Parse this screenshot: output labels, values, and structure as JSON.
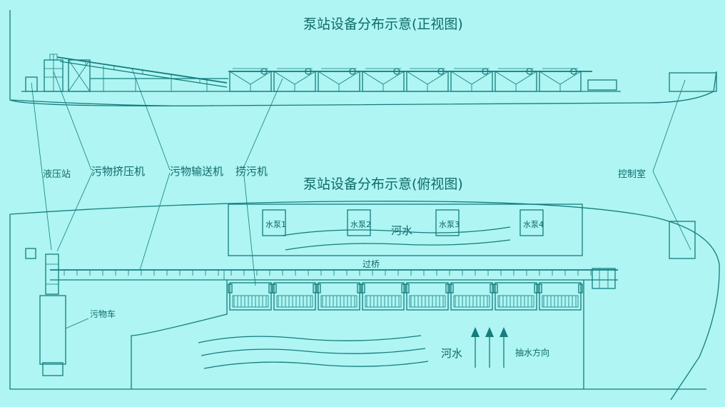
{
  "titles": {
    "front_view": "泵站设备分布示意(正视图)",
    "top_view": "泵站设备分布示意(俯视图)"
  },
  "labels": {
    "hydraulic_station": "液压站",
    "sewage_compressor": "污物挤压机",
    "sewage_conveyor": "污物输送机",
    "trash_rake": "捞污机",
    "control_room": "控制室",
    "bridge": "过桥",
    "sewage_truck": "污物车",
    "river_water_upper": "河水",
    "river_water_lower": "河水",
    "pumping_direction": "抽水方向"
  },
  "pumps": [
    {
      "label": "水泵1"
    },
    {
      "label": "水泵2"
    },
    {
      "label": "水泵3"
    },
    {
      "label": "水泵4"
    }
  ],
  "colors": {
    "background": "#aef5f3",
    "line": "#167c7c"
  }
}
